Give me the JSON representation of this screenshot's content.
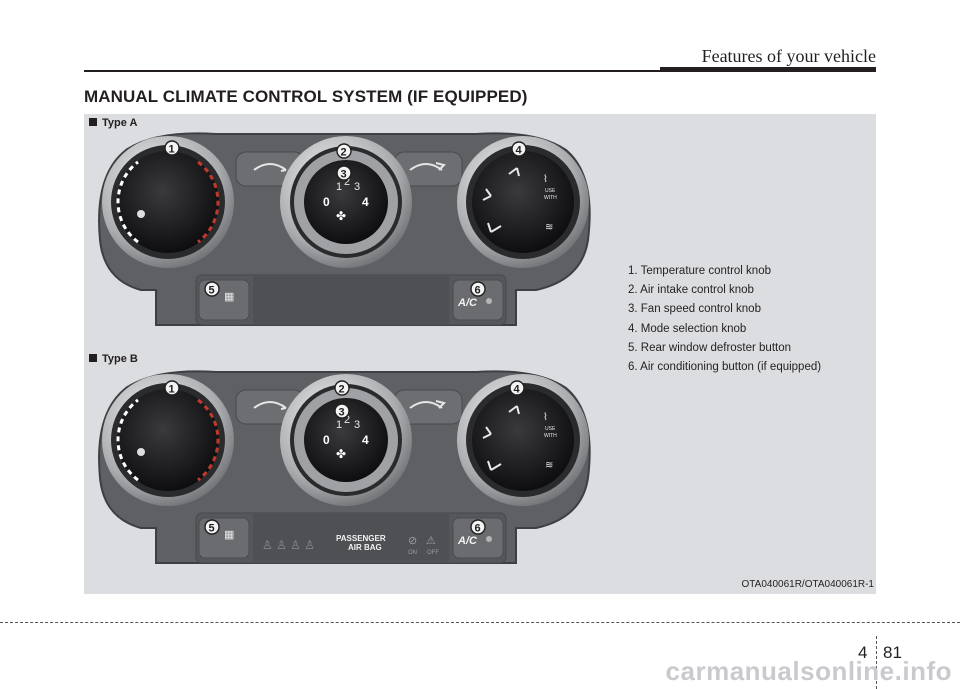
{
  "header": {
    "section_title": "Features of your vehicle"
  },
  "page": {
    "title": "MANUAL CLIMATE CONTROL SYSTEM (IF EQUIPPED)",
    "chapter": "4",
    "number": "81"
  },
  "figure": {
    "type_a_label": "Type A",
    "type_b_label": "Type B",
    "caption": "OTA040061R/OTA040061R-1",
    "callouts": [
      "1",
      "2",
      "3",
      "4",
      "5",
      "6"
    ],
    "fan_speeds": [
      "0",
      "1",
      "2",
      "3",
      "4"
    ],
    "mode_knob_text": [
      "USE",
      "WITH"
    ],
    "ac_label": "A/C",
    "airbag": {
      "label_line1": "PASSENGER",
      "label_line2": "AIR BAG",
      "on": "ON",
      "off": "OFF"
    }
  },
  "legend": [
    "1. Temperature control knob",
    "2. Air intake control knob",
    "3. Fan speed control knob",
    "4. Mode selection knob",
    "5. Rear window defroster button",
    "6. Air conditioning button (if equipped)"
  ],
  "watermark": "carmanualsonline.info",
  "colors": {
    "panel_bg": "#dcdde0",
    "console": "#5e6064",
    "knob_dark": "#1c1c1e",
    "callout": "#1f1f1f"
  }
}
